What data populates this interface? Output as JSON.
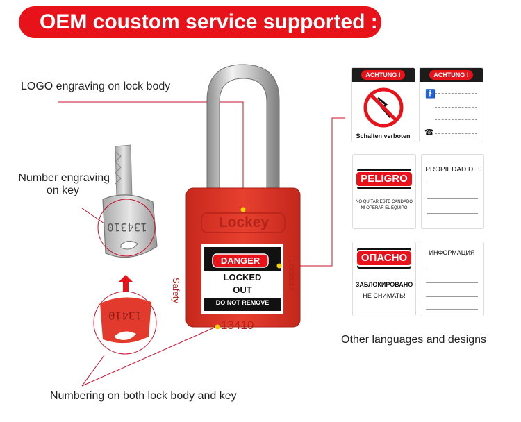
{
  "banner": {
    "title": "OEM coustom service supported :"
  },
  "callouts": {
    "logo": "LOGO engraving on lock body",
    "key_line1": "Number engraving",
    "key_line2": "on key",
    "bottom": "Numbering on both lock body and key",
    "other": "Other languages and designs"
  },
  "lock": {
    "brand": "Lockey",
    "side_left": "Safety",
    "side_right": "Lockout",
    "number": "13410",
    "tag_danger": "DANGER",
    "tag_locked": "LOCKED",
    "tag_out": "OUT",
    "tag_remove": "DO NOT REMOVE"
  },
  "key": {
    "number": "134310",
    "cap_number": "13410"
  },
  "labels": {
    "german": {
      "header": "ACHTUNG !",
      "caption": "Schalten verboten"
    },
    "german_form": {
      "header": "ACHTUNG !"
    },
    "spanish": {
      "title": "PELIGRO",
      "line1": "NO QUITAR ESTE CANDADO",
      "line2": "NI OPERAR EL EQUIPO"
    },
    "spanish_form": {
      "title": "PROPIEDAD DE:"
    },
    "russian": {
      "title": "ОПАСНО",
      "line1": "ЗАБЛОКИРОВАНО",
      "line2": "НЕ СНИМАТЬ!"
    },
    "russian_form": {
      "title": "ИНФОРМАЦИЯ"
    }
  },
  "colors": {
    "accent_red": "#e8121b",
    "lock_red": "#e23a2c",
    "leader_line": "#c8102e",
    "marker_yellow": "#f5d20a"
  }
}
